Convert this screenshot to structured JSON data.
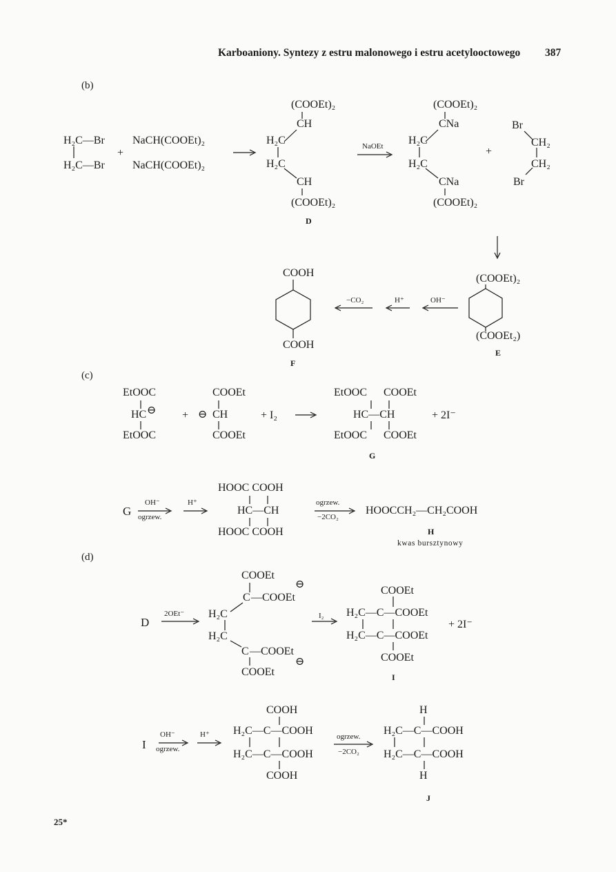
{
  "header": {
    "title": "Karboaniony. Syntezy z estru malonowego i estru acetylooctowego",
    "page_number": "387"
  },
  "footer": {
    "signature": "25*"
  },
  "section_b": {
    "label": "(b)",
    "reactant_top": "H₂C—Br",
    "reactant_bottom": "H₂C—Br",
    "plus": "+",
    "reagent_top": "NaCH(COOEt)₂",
    "reagent_bottom": "NaCH(COOEt)₂",
    "D_top_group": "(COOEt)₂",
    "D_ch_top": "CH",
    "D_h2c_top": "H₂C",
    "D_h2c_bottom": "H₂C",
    "D_ch_bottom": "CH",
    "D_bottom_group": "(COOEt)₂",
    "D_label": "D",
    "arrow_reagent": "NaOEt",
    "Na_top_group": "(COOEt)₂",
    "Na_cna_top": "CNa",
    "Na_h2c_top": "H₂C",
    "Na_h2c_bottom": "H₂C",
    "Na_cna_bottom": "CNa",
    "Na_bottom_group": "(COOEt)₂",
    "plus2": "+",
    "dbe_br_top": "Br",
    "dbe_ch2_top": "CH₂",
    "dbe_ch2_bottom": "CH₂",
    "dbe_br_bottom": "Br",
    "E_top_group": "(COOEt)₂",
    "E_bottom_group": "(COOEt₂)",
    "E_label": "E",
    "reagent_oh": "OH⁻",
    "reagent_h": "H⁺",
    "reagent_co2": "−CO₂",
    "F_top_group": "COOH",
    "F_bottom_group": "COOH",
    "F_label": "F"
  },
  "section_c": {
    "label": "(c)",
    "a_top": "EtOOC",
    "a_mid": "HC",
    "a_bottom": "EtOOC",
    "anion_sign": "⊖",
    "plus": "+",
    "b_top": "COOEt",
    "b_mid": "CH",
    "b_bottom": "COOEt",
    "plus_i2": "+ I₂",
    "G_top_left": "EtOOC",
    "G_top_right": "COOEt",
    "G_mid": "HC—CH",
    "G_bottom_left": "EtOOC",
    "G_bottom_right": "COOEt",
    "G_iodide": "+ 2I⁻",
    "G_label": "G",
    "G2_start": "G",
    "oh": "OH⁻",
    "heat": "ogrzew.",
    "h_plus": "H⁺",
    "acid_top": "HOOC  COOH",
    "acid_mid": "HC—CH",
    "acid_bottom": "HOOC  COOH",
    "heat2": "ogrzew.",
    "minus_2co2": "−2CO₂",
    "H_formula": "HOOCCH₂—CH₂COOH",
    "H_label": "H",
    "H_name": "kwas bursztynowy"
  },
  "section_d": {
    "label": "(d)",
    "D_start": "D",
    "reagent_2oet": "2OEt⁻",
    "top_cooet": "COOEt",
    "top_c": "C",
    "top_cooet_side": "—COOEt",
    "h2c_top": "H₂C",
    "h2c_bottom": "H₂C",
    "bottom_c": "C",
    "bottom_cooet_side": "—COOEt",
    "bottom_cooet": "COOEt",
    "anion_sign": "⊖",
    "i2": "I₂",
    "I_top": "COOEt",
    "I_row1": "H₂C—C—COOEt",
    "I_row2": "H₂C—C—COOEt",
    "I_bottom": "COOEt",
    "iodide": "+ 2I⁻",
    "I_label": "I",
    "I2_start": "I",
    "oh": "OH⁻",
    "heat": "ogrzew.",
    "h_plus": "H⁺",
    "acid_top": "COOH",
    "acid_row1": "H₂C—C—COOH",
    "acid_row2": "H₂C—C—COOH",
    "acid_bottom": "COOH",
    "heat2": "ogrzew.",
    "minus_2co2": "−2CO₂",
    "J_top": "H",
    "J_row1": "H₂C—C—COOH",
    "J_row2": "H₂C—C—COOH",
    "J_bottom": "H",
    "J_label": "J"
  }
}
